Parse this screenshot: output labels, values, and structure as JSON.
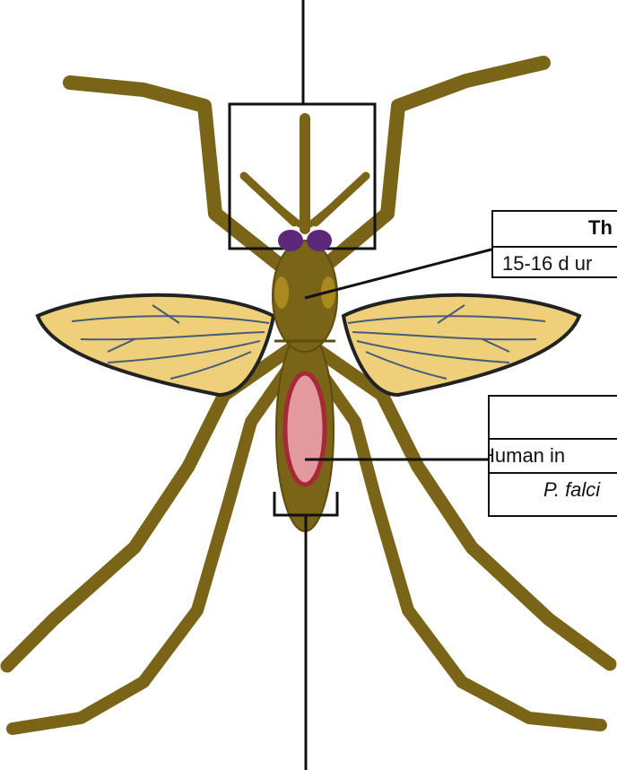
{
  "labels": {
    "thorax_box": {
      "title": "Th",
      "detail": "15-16 d ur"
    },
    "abdomen_box": {
      "title": "",
      "detail": "Human in",
      "species": "P. falci"
    }
  },
  "colors": {
    "body": "#7a6417",
    "body_light": "#a88a1e",
    "wing": "#eed07a",
    "wing_vein": "#4a5a78",
    "eye": "#5e2878",
    "blood_fill": "#e39a9f",
    "blood_outline": "#a52a35",
    "line": "#111111"
  }
}
